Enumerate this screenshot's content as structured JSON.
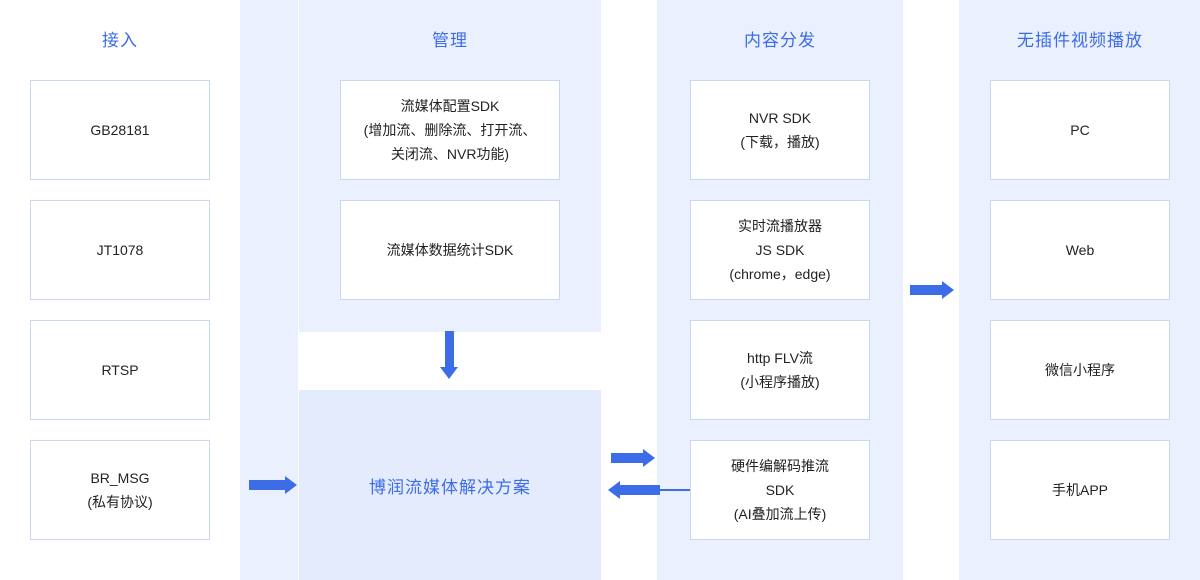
{
  "columns": [
    {
      "id": "access",
      "title": "接入",
      "nodes": [
        {
          "name": "gb28181",
          "text": "GB28181"
        },
        {
          "name": "jt1078",
          "text": "JT1078"
        },
        {
          "name": "rtsp",
          "text": "RTSP"
        },
        {
          "name": "br-msg",
          "text": "BR_MSG\n(私有协议)"
        }
      ]
    },
    {
      "id": "management",
      "title": "管理",
      "nodes": [
        {
          "name": "stream-config-sdk",
          "text": "流媒体配置SDK\n(增加流、删除流、打开流、\n关闭流、NVR功能)"
        },
        {
          "name": "stream-stats-sdk",
          "text": "流媒体数据统计SDK"
        }
      ]
    },
    {
      "id": "distribution",
      "title": "内容分发",
      "nodes": [
        {
          "name": "nvr-sdk",
          "text": "NVR SDK\n(下载，播放)"
        },
        {
          "name": "realtime-js-sdk",
          "text": "实时流播放器\nJS SDK\n(chrome，edge)"
        },
        {
          "name": "http-flv",
          "text": "http FLV流\n(小程序播放)"
        },
        {
          "name": "hw-encode-push-sdk",
          "text": "硬件编解码推流\nSDK\n(AI叠加流上传)"
        }
      ]
    },
    {
      "id": "playback",
      "title": "无插件视频播放",
      "nodes": [
        {
          "name": "pc",
          "text": "PC"
        },
        {
          "name": "web",
          "text": "Web"
        },
        {
          "name": "wechat-miniprogram",
          "text": "微信小程序"
        },
        {
          "name": "mobile-app",
          "text": "手机APP"
        }
      ]
    }
  ],
  "solution": {
    "name": "solution-box",
    "text": "博润流媒体解决方案"
  },
  "colors": {
    "accent": "#3d6ce7",
    "panel": "#eaf0fd",
    "solution_panel": "#e3ebfc",
    "node_border": "#c9d6f2",
    "node_bg": "#ffffff"
  },
  "arrows": [
    {
      "name": "arrow-access-to-solution",
      "direction": "right"
    },
    {
      "name": "arrow-management-to-solution",
      "direction": "down"
    },
    {
      "name": "arrow-solution-to-distribution",
      "direction": "right"
    },
    {
      "name": "arrow-distribution-to-solution",
      "direction": "left"
    },
    {
      "name": "arrow-distribution-to-playback",
      "direction": "right"
    }
  ]
}
